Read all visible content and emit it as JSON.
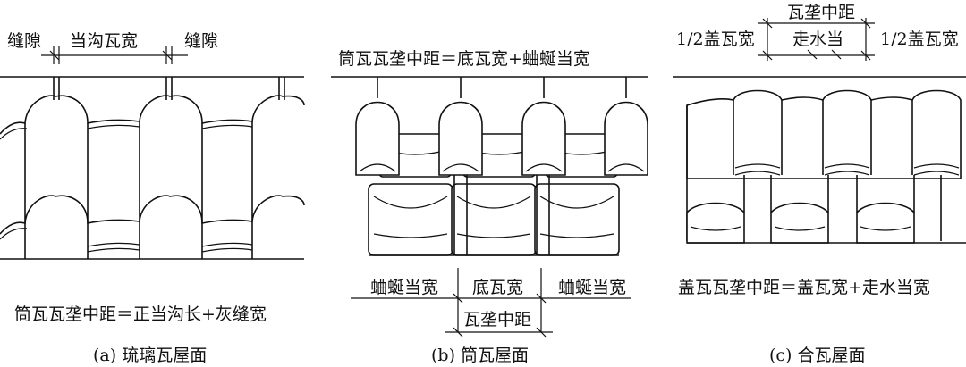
{
  "panel_a": {
    "label_gap_left": "缝隙",
    "label_gap_right": "缝隙",
    "label_width": "当沟瓦宽",
    "formula": "筒瓦瓦垄中距＝正当沟长+灰缝宽",
    "caption": "(a) 琉璃瓦屋面"
  },
  "panel_b": {
    "formula": "筒瓦瓦垄中距＝底瓦宽+蛐蜒当宽",
    "label_left": "蛐蜒当宽",
    "label_mid": "底瓦宽",
    "label_right": "蛐蜒当宽",
    "label_bottom": "瓦垄中距",
    "caption": "(b) 筒瓦屋面"
  },
  "panel_c": {
    "label_top": "瓦垄中距",
    "label_mid": "走水当",
    "label_left": "1/2盖瓦宽",
    "label_right": "1/2盖瓦宽",
    "formula": "盖瓦瓦垄中距＝盖瓦宽+走水当宽",
    "caption": "(c) 合瓦屋面"
  }
}
